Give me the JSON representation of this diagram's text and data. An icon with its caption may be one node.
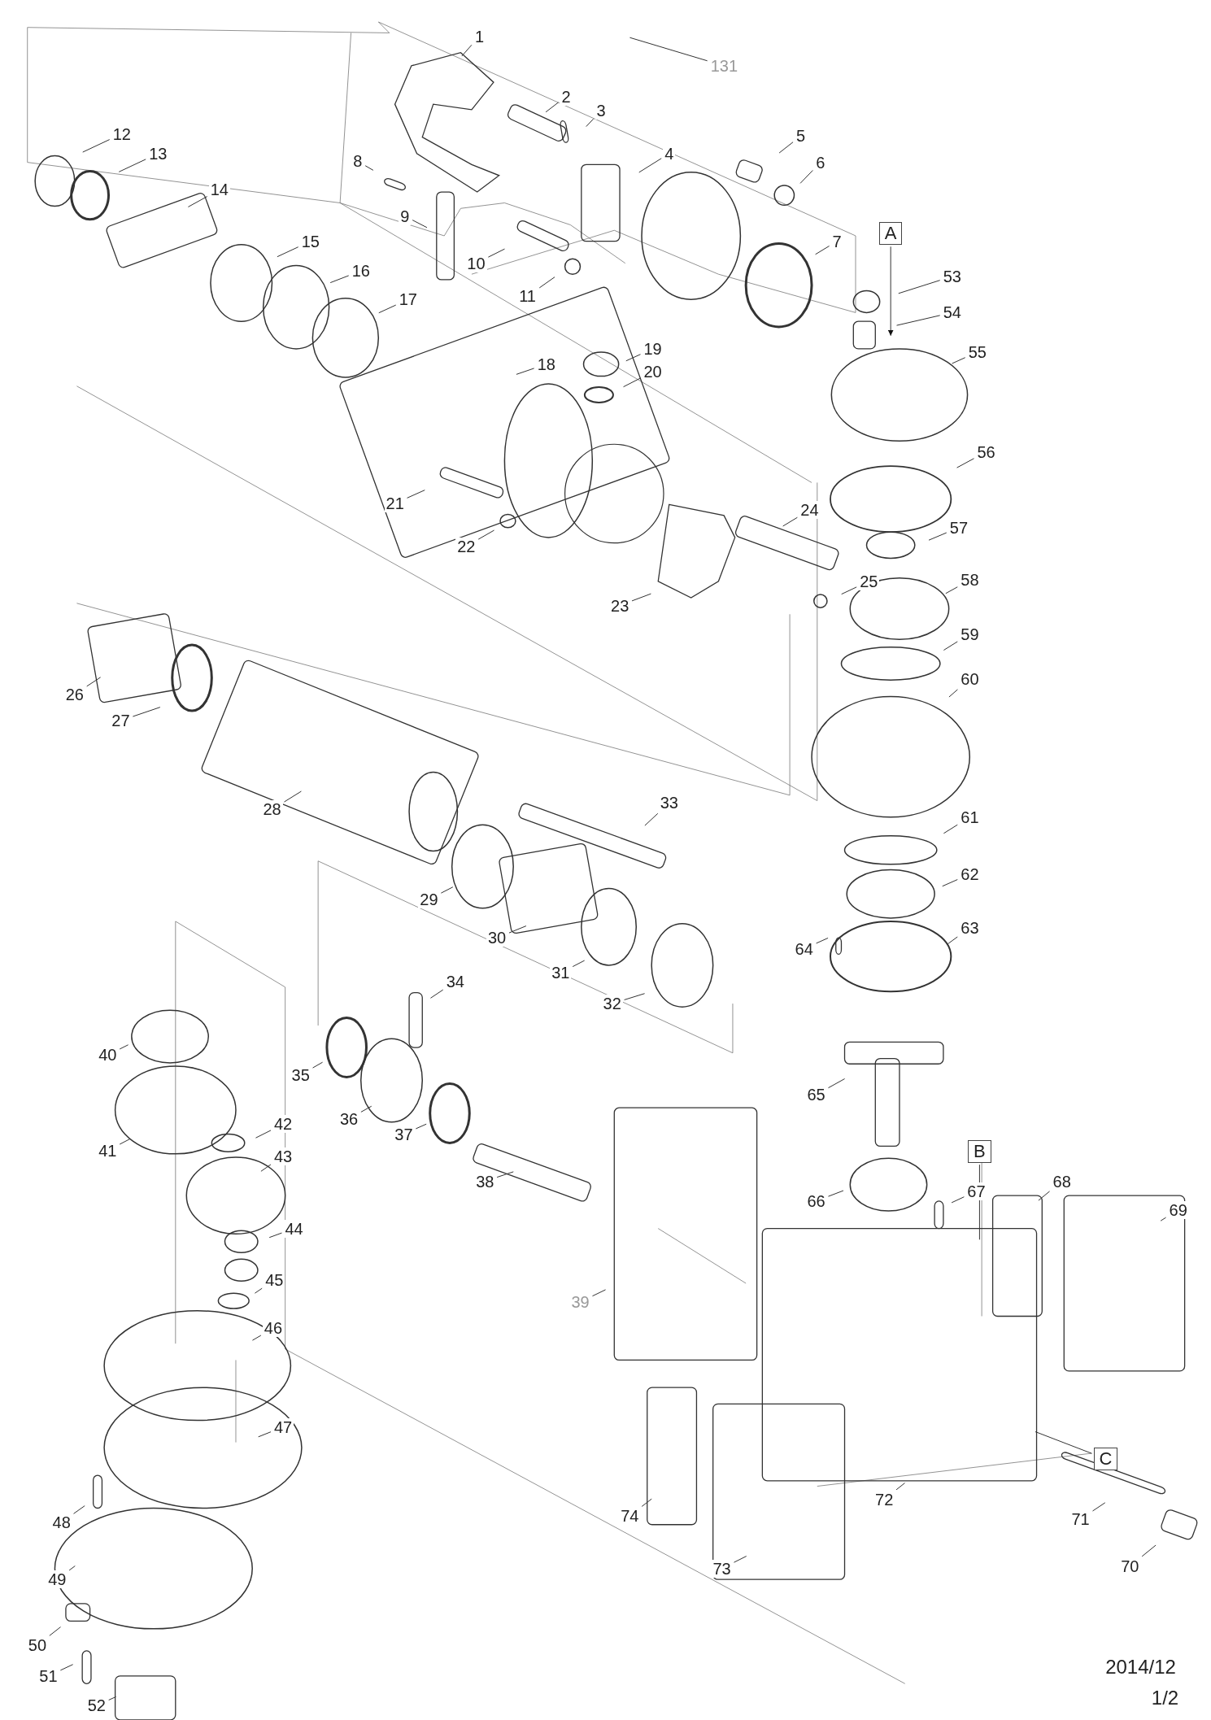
{
  "diagram": {
    "nodes": [
      {
        "text": [
          "1"
        ]
      },
      {
        "text": [
          "2"
        ]
      },
      {
        "text": [
          "3"
        ]
      },
      {
        "text": [
          "4"
        ]
      },
      {
        "text": [
          "5"
        ]
      },
      {
        "text": [
          "6"
        ]
      },
      {
        "text": [
          "7"
        ]
      },
      {
        "text": [
          "8"
        ]
      },
      {
        "text": [
          "9"
        ]
      },
      {
        "text": [
          "10"
        ]
      },
      {
        "text": [
          "11"
        ]
      },
      {
        "text": [
          "12"
        ]
      },
      {
        "text": [
          "13"
        ]
      },
      {
        "text": [
          "14"
        ]
      },
      {
        "text": [
          "15"
        ]
      },
      {
        "text": [
          "16"
        ]
      },
      {
        "text": [
          "17"
        ]
      },
      {
        "text": [
          "18"
        ]
      },
      {
        "text": [
          "19"
        ]
      },
      {
        "text": [
          "20"
        ]
      },
      {
        "text": [
          "21"
        ]
      },
      {
        "text": [
          "22"
        ]
      },
      {
        "text": [
          "23"
        ]
      },
      {
        "text": [
          "24"
        ]
      },
      {
        "text": [
          "25"
        ]
      },
      {
        "text": [
          "26"
        ]
      },
      {
        "text": [
          "27"
        ]
      },
      {
        "text": [
          "28"
        ]
      },
      {
        "text": [
          "29"
        ]
      },
      {
        "text": [
          "30"
        ]
      },
      {
        "text": [
          "31"
        ]
      },
      {
        "text": [
          "32"
        ]
      },
      {
        "text": [
          "33"
        ]
      },
      {
        "text": [
          "34"
        ]
      },
      {
        "text": [
          "35"
        ]
      },
      {
        "text": [
          "36"
        ]
      },
      {
        "text": [
          "37"
        ]
      },
      {
        "text": [
          "38"
        ]
      },
      {
        "text": [
          "39"
        ]
      },
      {
        "text": [
          "40"
        ]
      },
      {
        "text": [
          "41"
        ]
      },
      {
        "text": [
          "42"
        ]
      },
      {
        "text": [
          "43"
        ]
      },
      {
        "text": [
          "44"
        ]
      },
      {
        "text": [
          "45"
        ]
      },
      {
        "text": [
          "46"
        ]
      },
      {
        "text": [
          "47"
        ]
      },
      {
        "text": [
          "48"
        ]
      },
      {
        "text": [
          "49"
        ]
      },
      {
        "text": [
          "50"
        ]
      },
      {
        "text": [
          "51"
        ]
      },
      {
        "text": [
          "52"
        ]
      },
      {
        "text": [
          "53"
        ]
      },
      {
        "text": [
          "54"
        ]
      },
      {
        "text": [
          "55"
        ]
      },
      {
        "text": [
          "56"
        ]
      },
      {
        "text": [
          "57"
        ]
      },
      {
        "text": [
          "58"
        ]
      },
      {
        "text": [
          "59"
        ]
      },
      {
        "text": [
          "60"
        ]
      },
      {
        "text": [
          "61"
        ]
      },
      {
        "text": [
          "62"
        ]
      },
      {
        "text": [
          "63"
        ]
      },
      {
        "text": [
          "64"
        ]
      },
      {
        "text": [
          "65"
        ]
      },
      {
        "text": [
          "66"
        ]
      },
      {
        "text": [
          "67"
        ]
      },
      {
        "text": [
          "68"
        ]
      },
      {
        "text": [
          "69"
        ]
      },
      {
        "text": [
          "70"
        ]
      },
      {
        "text": [
          "71"
        ]
      },
      {
        "text": [
          "72"
        ]
      },
      {
        "text": [
          "73"
        ]
      },
      {
        "text": [
          "74"
        ]
      },
      {
        "text": [
          "131"
        ]
      },
      {
        "text": [
          "A"
        ]
      },
      {
        "text": [
          "B"
        ]
      },
      {
        "text": [
          "C"
        ]
      }
    ],
    "edges": [
      {
        "from": 0,
        "to": null,
        "arrow": "none"
      },
      {
        "from": 1,
        "to": null,
        "arrow": "none"
      },
      {
        "from": 2,
        "to": null,
        "arrow": "none"
      },
      {
        "from": 3,
        "to": null,
        "arrow": "none"
      },
      {
        "from": 4,
        "to": null,
        "arrow": "none"
      },
      {
        "from": 5,
        "to": null,
        "arrow": "none"
      },
      {
        "from": 6,
        "to": null,
        "arrow": "none"
      },
      {
        "from": 7,
        "to": null,
        "arrow": "none"
      },
      {
        "from": 8,
        "to": null,
        "arrow": "none"
      },
      {
        "from": 9,
        "to": null,
        "arrow": "none"
      },
      {
        "from": 10,
        "to": null,
        "arrow": "none"
      },
      {
        "from": 11,
        "to": null,
        "arrow": "none"
      },
      {
        "from": 12,
        "to": null,
        "arrow": "none"
      },
      {
        "from": 13,
        "to": null,
        "arrow": "none"
      },
      {
        "from": 14,
        "to": null,
        "arrow": "none"
      },
      {
        "from": 15,
        "to": null,
        "arrow": "none"
      },
      {
        "from": 16,
        "to": null,
        "arrow": "none"
      },
      {
        "from": 17,
        "to": null,
        "arrow": "none"
      },
      {
        "from": 18,
        "to": null,
        "arrow": "none"
      },
      {
        "from": 19,
        "to": null,
        "arrow": "none"
      },
      {
        "from": 20,
        "to": null,
        "arrow": "none"
      },
      {
        "from": 21,
        "to": null,
        "arrow": "none"
      },
      {
        "from": 22,
        "to": null,
        "arrow": "none"
      },
      {
        "from": 23,
        "to": null,
        "arrow": "none"
      },
      {
        "from": 24,
        "to": null,
        "arrow": "none"
      },
      {
        "from": 25,
        "to": null,
        "arrow": "none"
      },
      {
        "from": 26,
        "to": null,
        "arrow": "none"
      },
      {
        "from": 27,
        "to": null,
        "arrow": "none"
      },
      {
        "from": 28,
        "to": null,
        "arrow": "none"
      },
      {
        "from": 29,
        "to": null,
        "arrow": "none"
      },
      {
        "from": 30,
        "to": null,
        "arrow": "none"
      },
      {
        "from": 31,
        "to": null,
        "arrow": "none"
      },
      {
        "from": 32,
        "to": null,
        "arrow": "none"
      },
      {
        "from": 33,
        "to": null,
        "arrow": "none"
      },
      {
        "from": 34,
        "to": null,
        "arrow": "none"
      },
      {
        "from": 35,
        "to": null,
        "arrow": "none"
      },
      {
        "from": 36,
        "to": null,
        "arrow": "none"
      },
      {
        "from": 37,
        "to": null,
        "arrow": "none"
      },
      {
        "from": 38,
        "to": null,
        "arrow": "none"
      },
      {
        "from": 39,
        "to": null,
        "arrow": "none"
      },
      {
        "from": 40,
        "to": null,
        "arrow": "none"
      },
      {
        "from": 41,
        "to": null,
        "arrow": "none"
      },
      {
        "from": 42,
        "to": null,
        "arrow": "none"
      },
      {
        "from": 43,
        "to": null,
        "arrow": "none"
      },
      {
        "from": 44,
        "to": null,
        "arrow": "none"
      },
      {
        "from": 45,
        "to": null,
        "arrow": "none"
      },
      {
        "from": 46,
        "to": null,
        "arrow": "none"
      },
      {
        "from": 47,
        "to": null,
        "arrow": "none"
      },
      {
        "from": 48,
        "to": null,
        "arrow": "none"
      },
      {
        "from": 49,
        "to": null,
        "arrow": "none"
      },
      {
        "from": 50,
        "to": null,
        "arrow": "none"
      },
      {
        "from": 51,
        "to": null,
        "arrow": "none"
      },
      {
        "from": 52,
        "to": null,
        "arrow": "none"
      },
      {
        "from": 53,
        "to": null,
        "arrow": "none"
      },
      {
        "from": 54,
        "to": null,
        "arrow": "none"
      },
      {
        "from": 55,
        "to": null,
        "arrow": "none"
      },
      {
        "from": 56,
        "to": null,
        "arrow": "none"
      },
      {
        "from": 57,
        "to": null,
        "arrow": "none"
      },
      {
        "from": 58,
        "to": null,
        "arrow": "none"
      },
      {
        "from": 59,
        "to": null,
        "arrow": "none"
      },
      {
        "from": 60,
        "to": null,
        "arrow": "none"
      },
      {
        "from": 61,
        "to": null,
        "arrow": "none"
      },
      {
        "from": 62,
        "to": null,
        "arrow": "none"
      },
      {
        "from": 63,
        "to": null,
        "arrow": "none"
      },
      {
        "from": 64,
        "to": null,
        "arrow": "none"
      },
      {
        "from": 65,
        "to": null,
        "arrow": "none"
      },
      {
        "from": 66,
        "to": null,
        "arrow": "none"
      },
      {
        "from": 67,
        "to": null,
        "arrow": "none"
      },
      {
        "from": 68,
        "to": null,
        "arrow": "none"
      },
      {
        "from": 69,
        "to": null,
        "arrow": "none"
      },
      {
        "from": 70,
        "to": null,
        "arrow": "none"
      },
      {
        "from": 71,
        "to": null,
        "arrow": "none"
      },
      {
        "from": 72,
        "to": null,
        "arrow": "none"
      },
      {
        "from": 73,
        "to": null,
        "arrow": "none"
      },
      {
        "from": 74,
        "to": null,
        "arrow": "none"
      },
      {
        "from": 75,
        "to": null,
        "arrow": "to"
      },
      {
        "from": 76,
        "to": null,
        "arrow": "none"
      },
      {
        "from": 77,
        "to": null,
        "arrow": "none"
      }
    ],
    "labels": [
      "2014/12",
      "1/2"
    ]
  }
}
